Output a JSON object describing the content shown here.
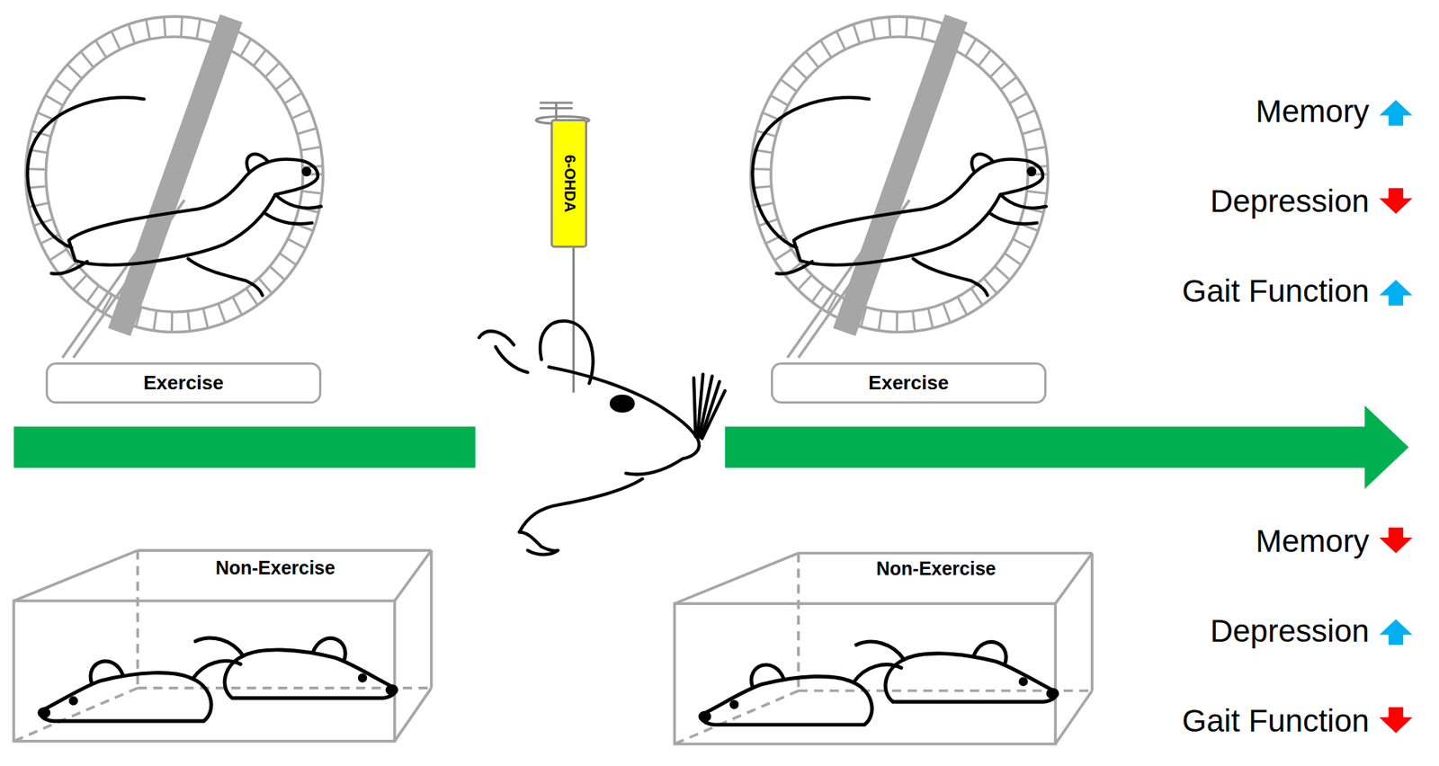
{
  "diagram": {
    "nodes": [
      {
        "text": [
          "Exercise"
        ]
      },
      {
        "text": [
          "6-OHDA"
        ]
      },
      {
        "text": [
          "Exercise"
        ]
      },
      {
        "text": [
          "Non-Exercise"
        ]
      },
      {
        "text": [
          "Non-Exercise"
        ]
      }
    ],
    "labels": [
      "Memory",
      "Depression",
      "Gait Function",
      "Memory",
      "Depression",
      "Gait Function"
    ]
  }
}
